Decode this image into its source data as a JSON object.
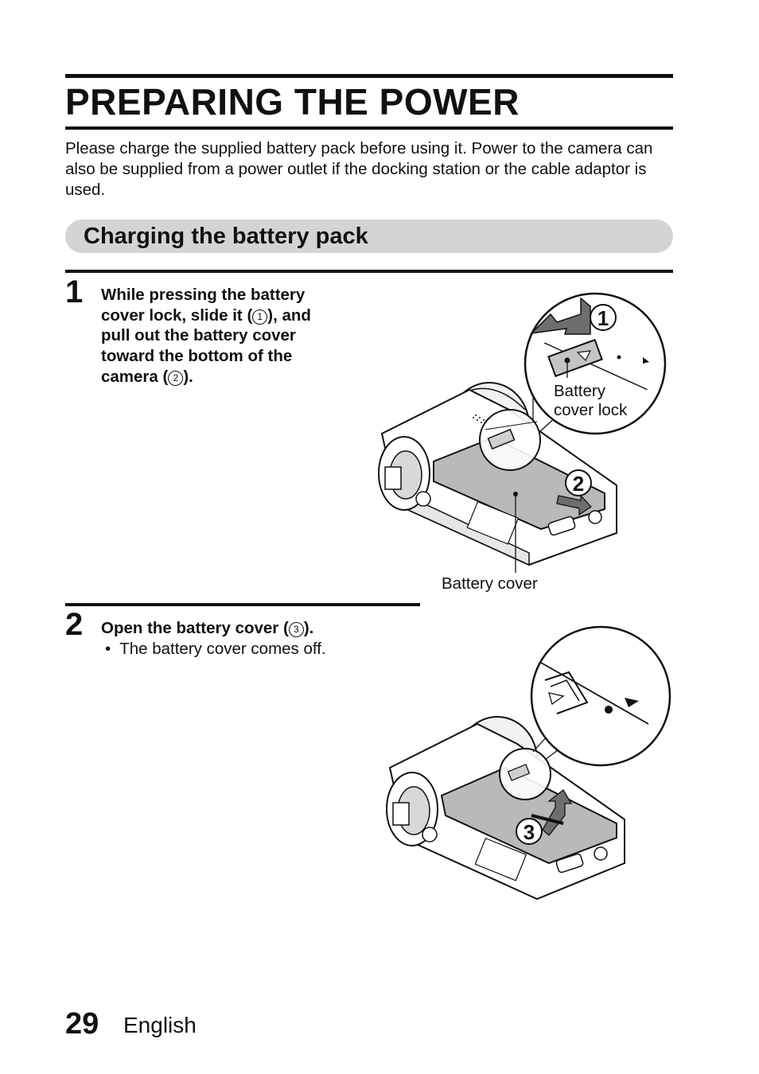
{
  "header": {
    "title": "PREPARING THE POWER",
    "intro": "Please charge the supplied battery pack before using it. Power to the camera can also be supplied from a power outlet if the docking station or the cable adaptor is used."
  },
  "section": {
    "title": "Charging the battery pack"
  },
  "steps": [
    {
      "number": "1",
      "text_lines": [
        "While pressing the battery",
        "cover lock, slide it (",
        "), and",
        "pull out the battery cover",
        "toward the bottom of the",
        "camera (",
        ")."
      ],
      "markers": [
        "1",
        "2"
      ]
    },
    {
      "number": "2",
      "text_start": "Open the battery cover (",
      "text_end": ").",
      "marker": "3",
      "bullet_symbol": "•",
      "bullet": "The battery cover comes off."
    }
  ],
  "figure1": {
    "callout_1": "1",
    "callout_2": "2",
    "lock_label_line1": "Battery",
    "lock_label_line2": "cover lock",
    "cover_label": "Battery cover"
  },
  "figure2": {
    "callout_3": "3"
  },
  "footer": {
    "page_number": "29",
    "language": "English"
  }
}
